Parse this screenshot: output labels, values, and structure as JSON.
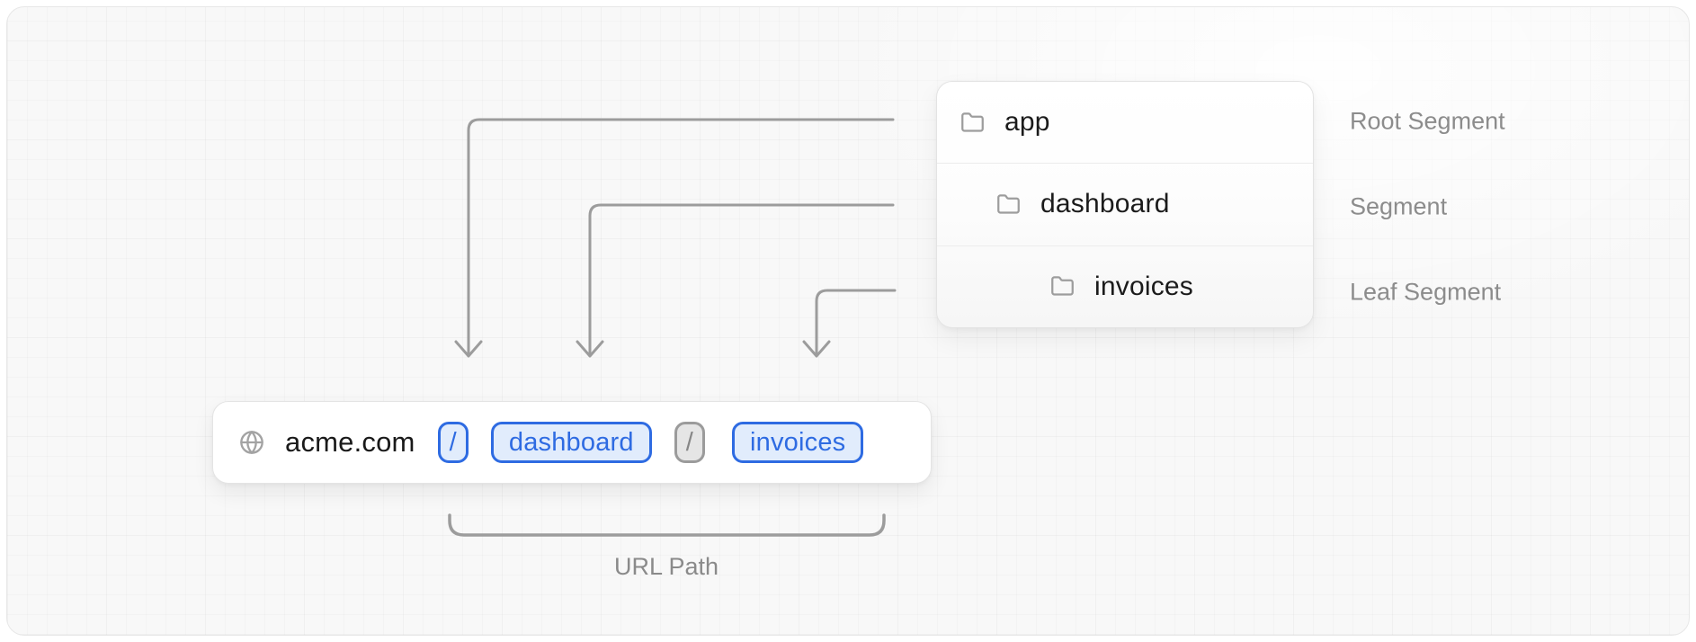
{
  "diagram_title": "route-segments-to-url-path",
  "file_tree": {
    "rows": [
      {
        "label": "app",
        "icon": "folder-icon",
        "depth": 0,
        "annotation": "Root Segment"
      },
      {
        "label": "dashboard",
        "icon": "folder-icon",
        "depth": 1,
        "annotation": "Segment"
      },
      {
        "label": "invoices",
        "icon": "folder-icon",
        "depth": 2,
        "annotation": "Leaf Segment"
      }
    ]
  },
  "url_bar": {
    "site_icon": "globe-icon",
    "domain": "acme.com",
    "segments": [
      {
        "text": "/",
        "style": "highlight"
      },
      {
        "text": "dashboard",
        "style": "highlight"
      },
      {
        "text": "/",
        "style": "muted"
      },
      {
        "text": "invoices",
        "style": "highlight"
      }
    ]
  },
  "bracket": {
    "label": "URL Path"
  },
  "colors": {
    "accent_blue": "#2e6be2",
    "accent_blue_bg": "#e1ecfc",
    "muted_border": "#9b9b9b",
    "muted_bg": "#e5e5e5",
    "muted_text": "#868686",
    "line_gray": "#9c9c9c",
    "text_dark": "#1b1b1b",
    "text_gray": "#8c8c8c",
    "canvas_bg": "#f8f8f8"
  }
}
